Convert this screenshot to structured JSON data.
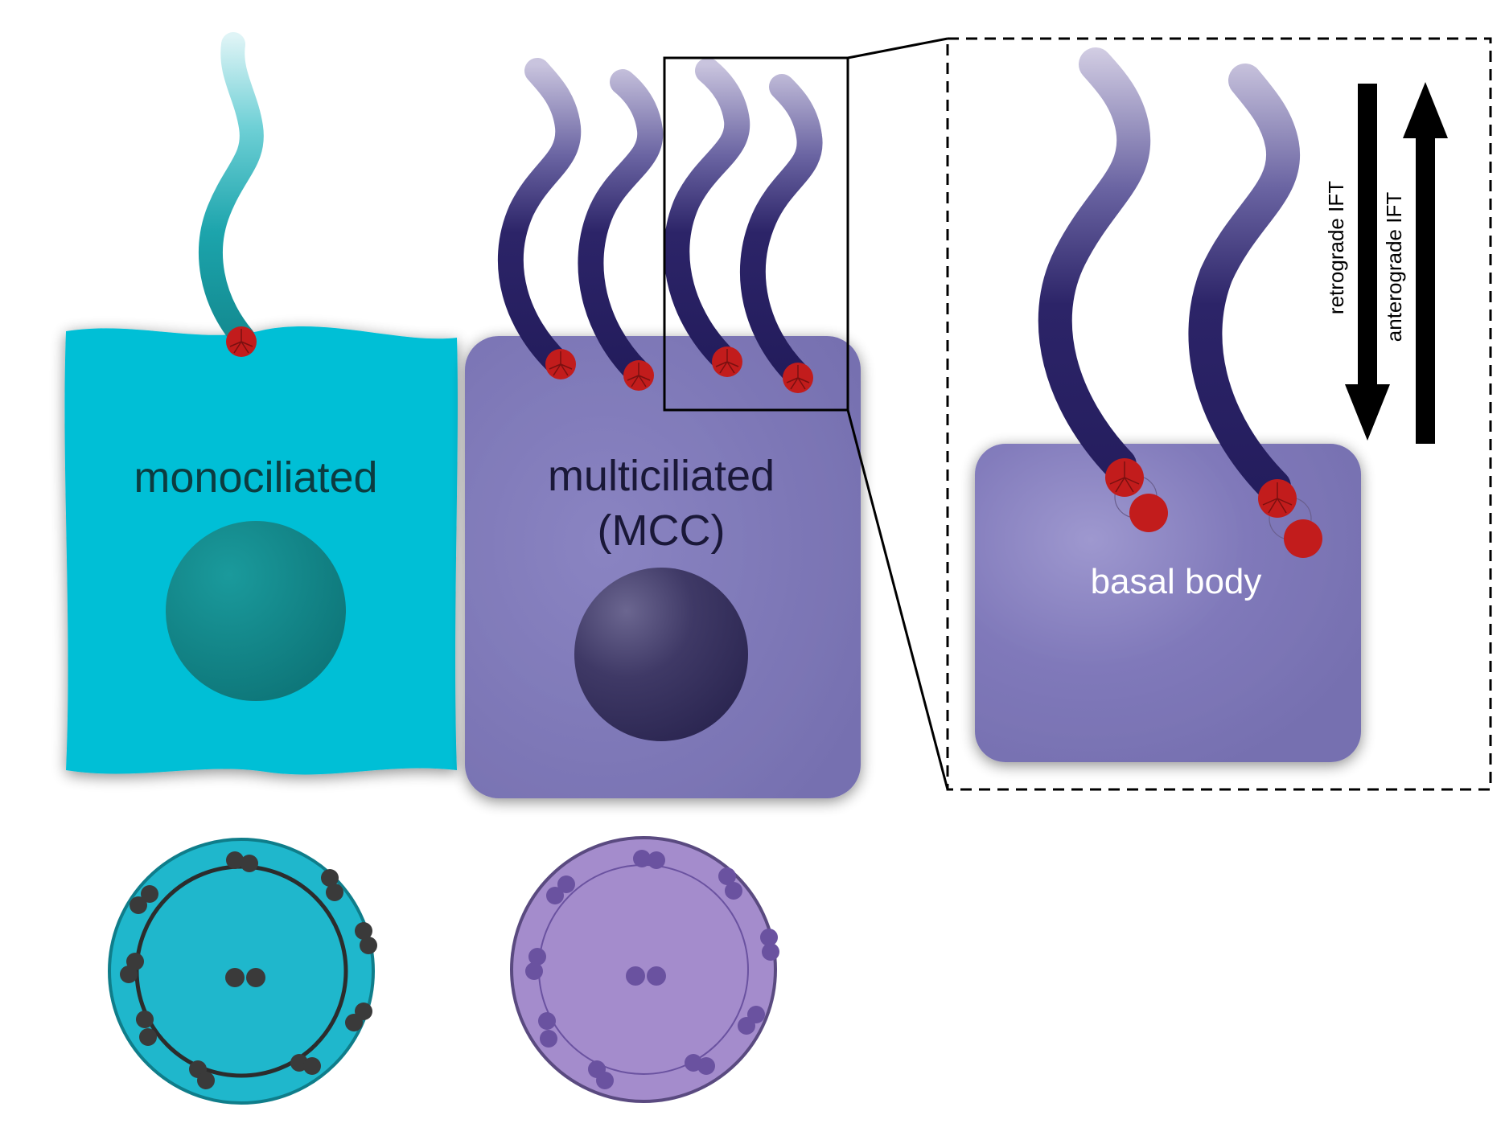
{
  "labels": {
    "monociliated": "monociliated",
    "multiciliated_line1": "multiciliated",
    "multiciliated_line2": "(MCC)",
    "basal_body": "basal body",
    "retrograde": "retrograde IFT",
    "anterograde": "anterograde IFT"
  },
  "colors": {
    "monociliated_cell": "#00bfd6",
    "monociliated_nucleus": "#128c8f",
    "monociliated_cilium": "#1aa6b0",
    "mcc_cell": "#7c76b6",
    "mcc_nucleus": "#3d3762",
    "mcc_cilium": "#2c2466",
    "basal_body": "#c21c1c",
    "cross_section_mono_fill": "#1fb7cc",
    "cross_section_mono_dots": "#3a3a3a",
    "cross_section_mcc_fill": "#a48ccc",
    "cross_section_mcc_dots": "#6a52a0",
    "arrow": "#000000"
  }
}
